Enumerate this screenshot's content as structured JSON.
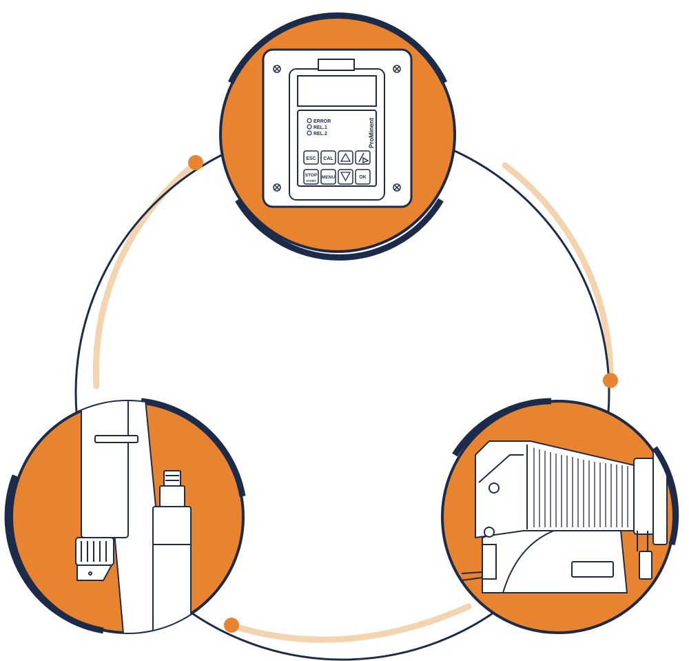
{
  "colors": {
    "accent": "#E8832F",
    "navy": "#1C2B4A",
    "glow": "#F3D4AE",
    "white": "#FFFFFF"
  },
  "controller": {
    "leds": [
      "ERROR",
      "REL.1",
      "REL.2"
    ],
    "brand": "ProMinent",
    "keys": {
      "esc": "ESC",
      "cal": "CAL",
      "stop": "STOP",
      "start": "START",
      "menu": "MENU",
      "ok": "OK"
    },
    "icons": [
      "triangle-up-icon",
      "triangle-down-icon",
      "manual-toggle-icon",
      "screw-icon"
    ]
  },
  "pump": {
    "icons": [
      "pump-illustration"
    ]
  },
  "sensors": {
    "icons": [
      "sensor-probe-illustration",
      "sensor-cable-illustration"
    ]
  }
}
